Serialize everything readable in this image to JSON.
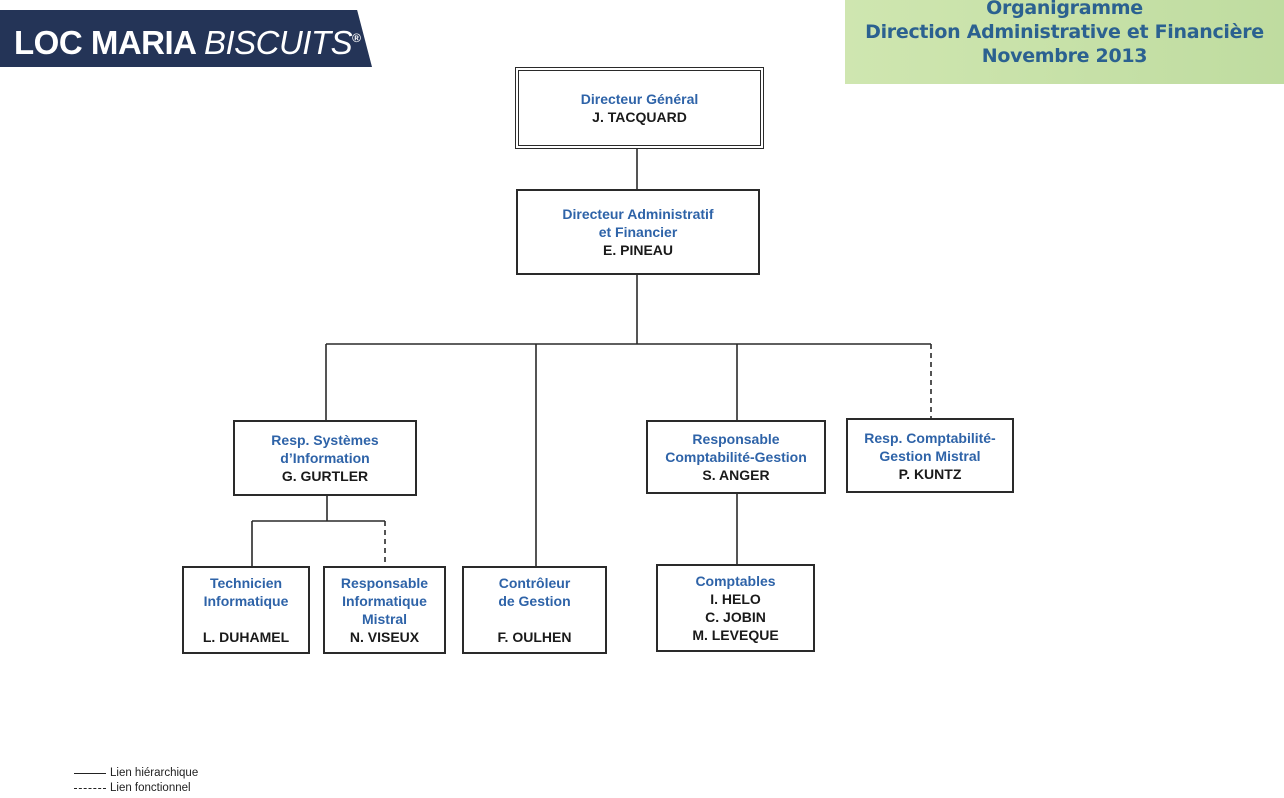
{
  "logo": {
    "part1": "LOC MARIA ",
    "part2": "BISCUITS",
    "reg": "®"
  },
  "header": {
    "line1": "Organigramme",
    "line2": "Direction Administrative et Financière",
    "line3": "Novembre 2013"
  },
  "boxes": {
    "dg": {
      "title": "Directeur Général",
      "name": "J. TACQUARD"
    },
    "daf": {
      "title1": "Directeur Administratif",
      "title2": "et Financier",
      "name": "E. PINEAU"
    },
    "rsi": {
      "title1": "Resp. Systèmes",
      "title2": "d’Information",
      "name": "G. GURTLER"
    },
    "rcg": {
      "title1": "Responsable",
      "title2": "Comptabilité-Gestion",
      "name": "S. ANGER"
    },
    "rcm": {
      "title1": "Resp. Comptabilité-",
      "title2": "Gestion Mistral",
      "name": "P. KUNTZ"
    },
    "tech": {
      "title1": "Technicien",
      "title2": "Informatique",
      "name": "L. DUHAMEL"
    },
    "rim": {
      "title1": "Responsable",
      "title2": "Informatique",
      "title3": "Mistral",
      "name": "N. VISEUX"
    },
    "cdg": {
      "title1": "Contrôleur",
      "title2": "de Gestion",
      "name": "F. OULHEN"
    },
    "compta": {
      "title": "Comptables",
      "names": [
        "I. HELO",
        "C. JOBIN",
        "M. LEVEQUE"
      ]
    }
  },
  "legend": {
    "solid": "Lien hiérarchique",
    "dashed": "Lien fonctionnel"
  }
}
